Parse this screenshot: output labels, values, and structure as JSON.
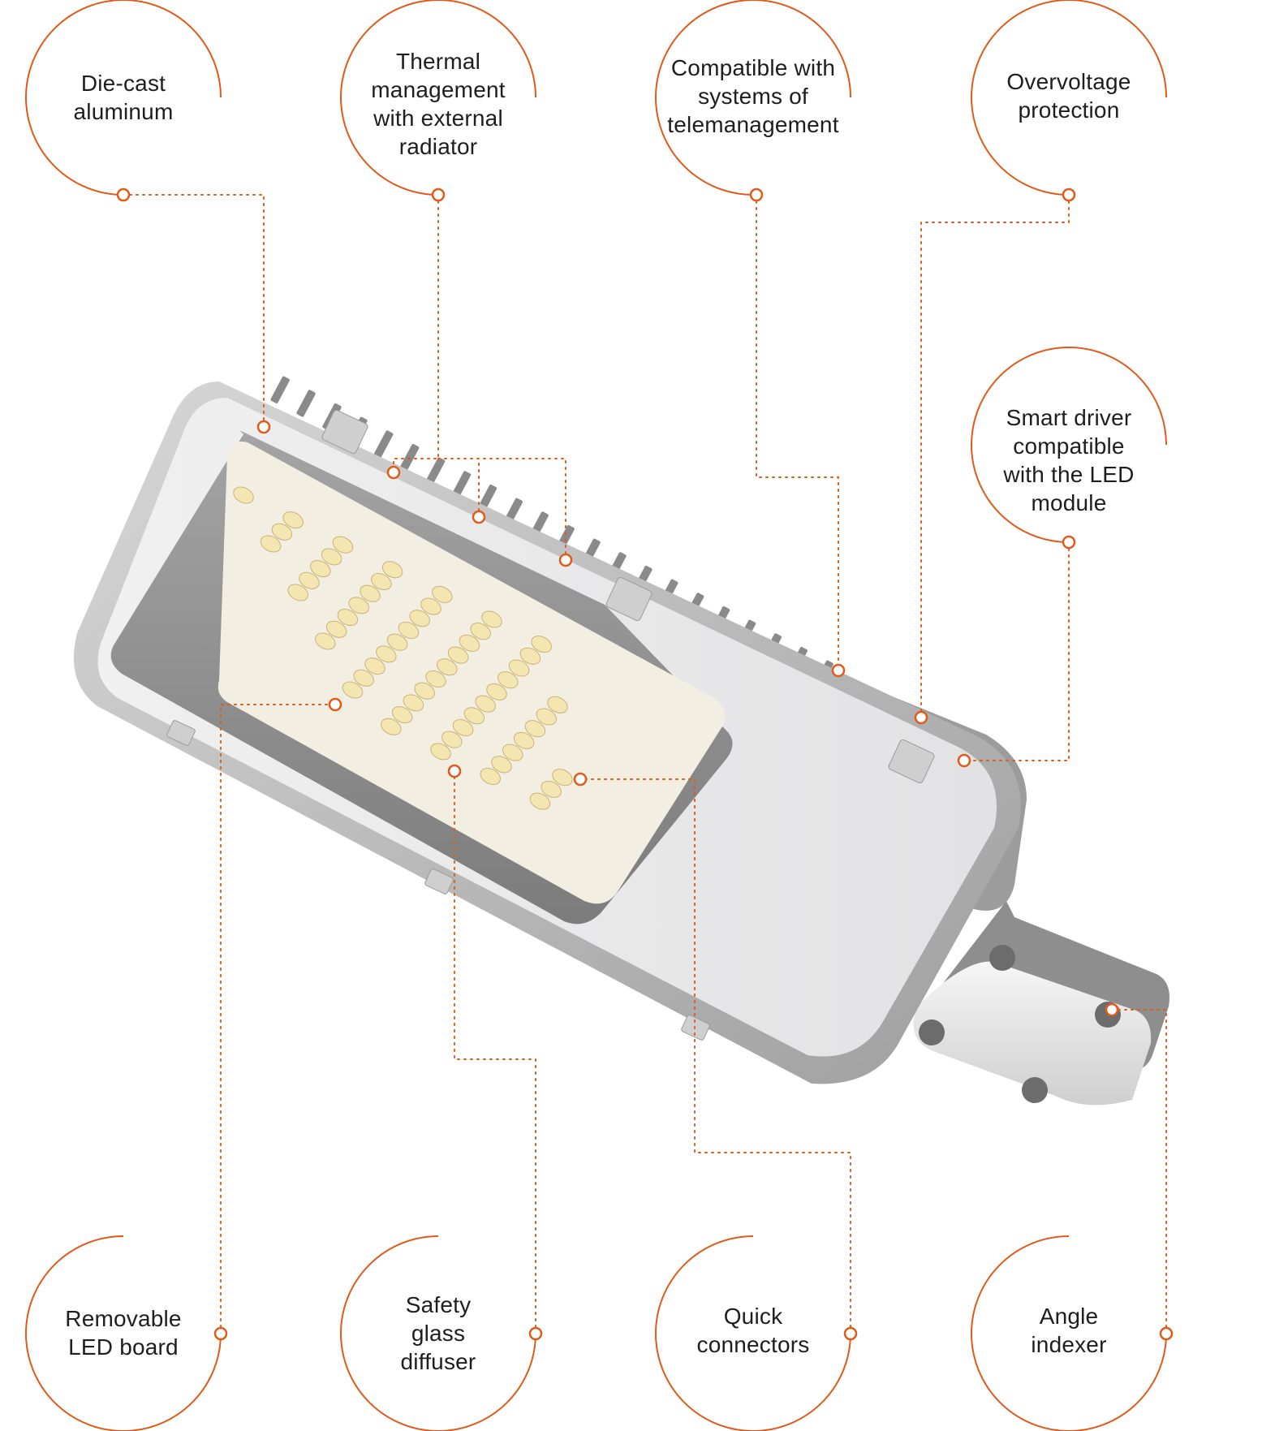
{
  "colors": {
    "accent": "#e05a1a",
    "label_text": "#1e1e1e",
    "housing": "#b9b9b9",
    "diffuser": "#e7e7e9",
    "led_board": "#f3efe3",
    "led": "#f4e6b0"
  },
  "callouts": [
    {
      "id": "die-cast-aluminum",
      "text": "Die-cast\naluminum"
    },
    {
      "id": "thermal-management",
      "text": "Thermal\nmanagement\nwith external\nradiator"
    },
    {
      "id": "telemanagement",
      "text": "Compatible with\nsystems of\ntelemanagement"
    },
    {
      "id": "overvoltage-protection",
      "text": "Overvoltage\nprotection"
    },
    {
      "id": "smart-driver",
      "text": "Smart driver\ncompatible\nwith the LED\nmodule"
    },
    {
      "id": "removable-led-board",
      "text": "Removable\nLED board"
    },
    {
      "id": "safety-glass-diffuser",
      "text": "Safety\nglass\ndiffuser"
    },
    {
      "id": "quick-connectors",
      "text": "Quick\nconnectors"
    },
    {
      "id": "angle-indexer",
      "text": "Angle\nindexer"
    }
  ]
}
